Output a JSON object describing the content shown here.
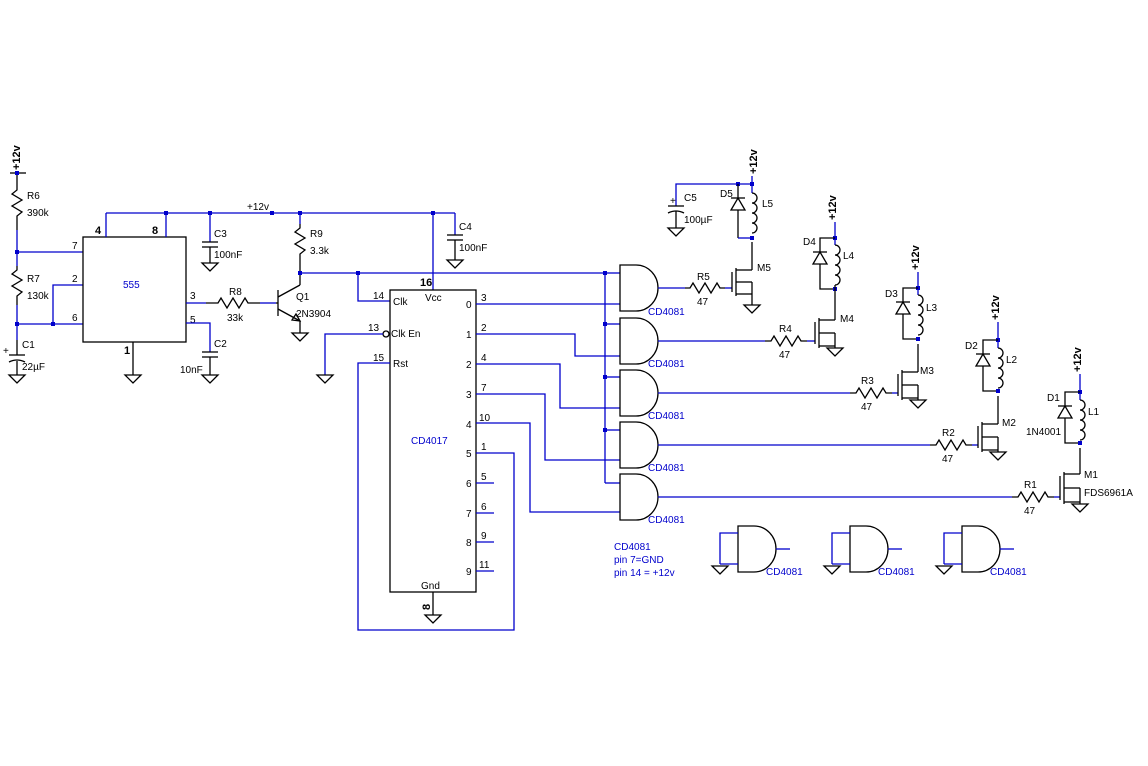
{
  "supply_label": "+12v",
  "rail_label": "+12v",
  "timer": {
    "name": "555",
    "pins": {
      "p4": "4",
      "p8": "8",
      "p7": "7",
      "p2": "2",
      "p6": "6",
      "p1": "1",
      "p3": "3",
      "p5": "5"
    }
  },
  "counter": {
    "name": "CD4017",
    "pins_left": [
      {
        "num": "14",
        "label": "Clk"
      },
      {
        "num": "13",
        "label": "Clk En"
      },
      {
        "num": "15",
        "label": "Rst"
      }
    ],
    "top_pin": {
      "num": "16",
      "label": "Vcc"
    },
    "bottom_pin": {
      "num": "8",
      "label": "Gnd"
    },
    "outputs": [
      {
        "num": "3",
        "label": "0"
      },
      {
        "num": "2",
        "label": "1"
      },
      {
        "num": "4",
        "label": "2"
      },
      {
        "num": "7",
        "label": "3"
      },
      {
        "num": "10",
        "label": "4"
      },
      {
        "num": "1",
        "label": "5"
      },
      {
        "num": "5",
        "label": "6"
      },
      {
        "num": "6",
        "label": "7"
      },
      {
        "num": "9",
        "label": "8"
      },
      {
        "num": "11",
        "label": "9"
      }
    ]
  },
  "resistors": {
    "R6": {
      "ref": "R6",
      "value": "390k"
    },
    "R7": {
      "ref": "R7",
      "value": "130k"
    },
    "R8": {
      "ref": "R8",
      "value": "33k"
    },
    "R9": {
      "ref": "R9",
      "value": "3.3k"
    },
    "R1": {
      "ref": "R1",
      "value": "47"
    },
    "R2": {
      "ref": "R2",
      "value": "47"
    },
    "R3": {
      "ref": "R3",
      "value": "47"
    },
    "R4": {
      "ref": "R4",
      "value": "47"
    },
    "R5": {
      "ref": "R5",
      "value": "47"
    }
  },
  "capacitors": {
    "C1": {
      "ref": "C1",
      "value": "22µF"
    },
    "C2": {
      "ref": "C2",
      "value": "10nF"
    },
    "C3": {
      "ref": "C3",
      "value": "100nF"
    },
    "C4": {
      "ref": "C4",
      "value": "100nF"
    },
    "C5": {
      "ref": "C5",
      "value": "100µF"
    }
  },
  "transistor": {
    "ref": "Q1",
    "value": "2N3904"
  },
  "gate_label": "CD4081",
  "channels": [
    {
      "mos": "M5",
      "diode": "D5",
      "coil": "L5",
      "res": "R5"
    },
    {
      "mos": "M4",
      "diode": "D4",
      "coil": "L4",
      "res": "R4"
    },
    {
      "mos": "M3",
      "diode": "D3",
      "coil": "L3",
      "res": "R3"
    },
    {
      "mos": "M2",
      "diode": "D2",
      "coil": "L2",
      "res": "R2"
    },
    {
      "mos": "M1",
      "diode": "D1",
      "coil": "L1",
      "res": "R1",
      "mos_value": "FDS6961A",
      "diode_value": "1N4001"
    }
  ],
  "note": {
    "line1": "CD4081",
    "line2": "pin 7=GND",
    "line3": "pin 14 = +12v"
  }
}
